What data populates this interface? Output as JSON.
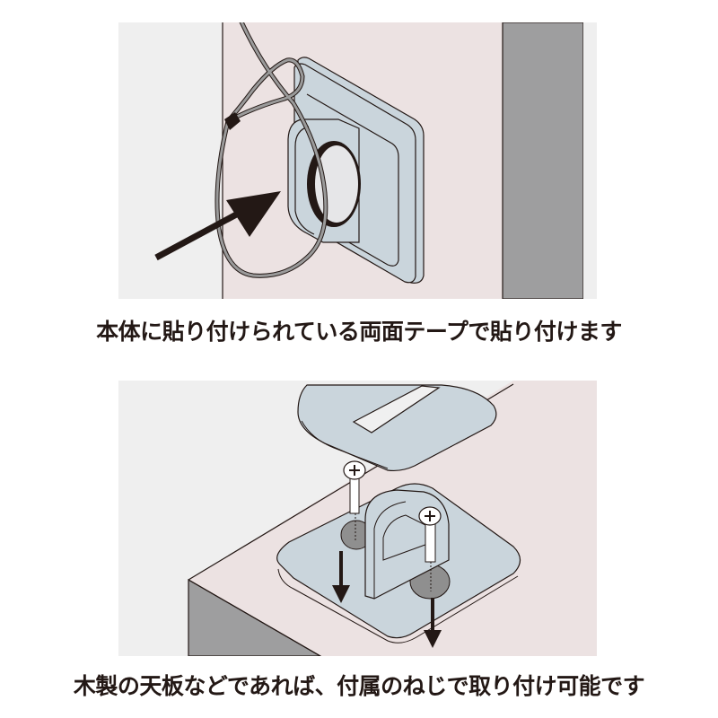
{
  "colors": {
    "background": "#ffffff",
    "wall_left": "#efefef",
    "wall_pink": "#ece2e2",
    "dark_panel": "#9e9e9f",
    "part_fill": "#cad5dc",
    "cable": "#9a9a9a",
    "outline": "#231815",
    "screw_hole": "#8f8f8f"
  },
  "figures": [
    {
      "id": "figure-wall-mount",
      "description": "Adhesive lock plate mounted on wall with security wire looped through; arrow pointing to plate",
      "caption": "本体に貼り付けられている両面テープで貼り付けます"
    },
    {
      "id": "figure-desk-screw-mount",
      "description": "Lock plate and cover exploded above wooden desktop with two screws and arrows indicating screw holes",
      "caption": "木製の天板などであれば、付属のねじで取り付け可能です"
    }
  ],
  "icons": {
    "arrow_1": "arrow-icon",
    "arrow_2a": "down-arrow-icon",
    "arrow_2b": "down-arrow-icon",
    "screw": "screw-icon"
  }
}
